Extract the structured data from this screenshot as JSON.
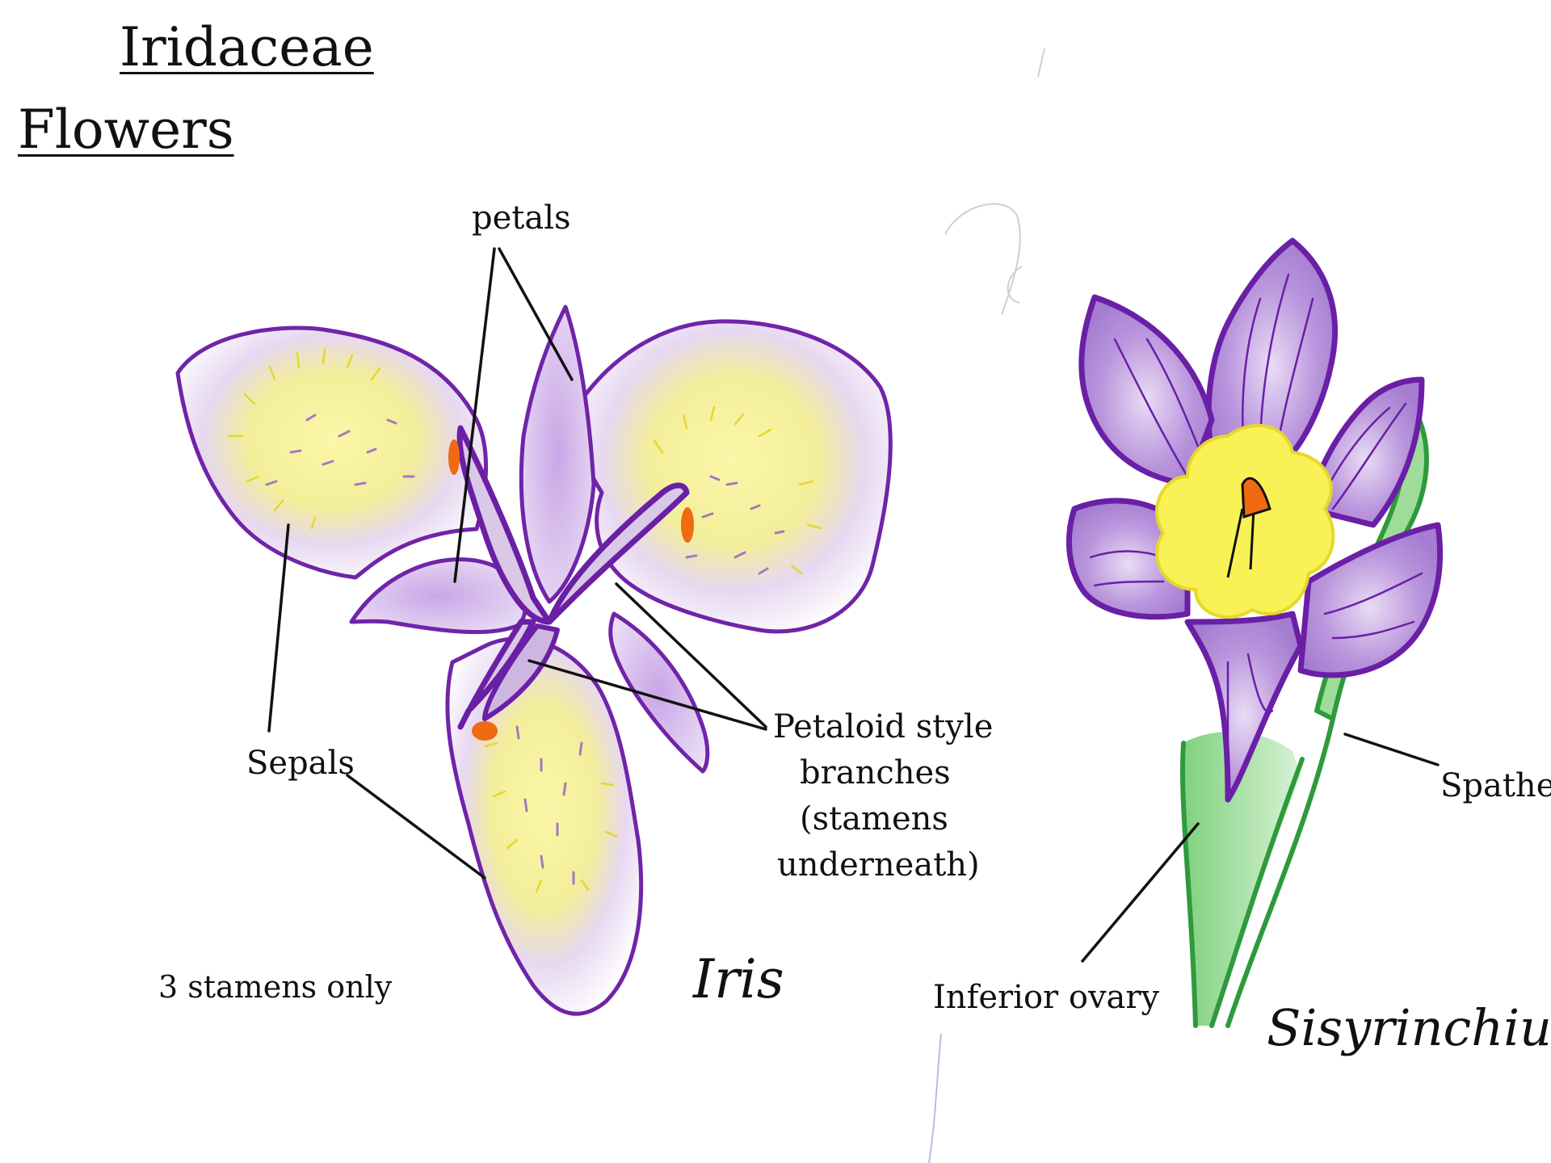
{
  "headings": {
    "family": "Iridaceae",
    "section": "Flowers"
  },
  "iris": {
    "name": "Iris",
    "labels": {
      "petals": "petals",
      "sepals": "Sepals",
      "style_line1": "Petaloid style",
      "style_line2": "branches",
      "style_line3": "(stamens",
      "style_line4": "underneath)",
      "stamens_note": "3 stamens only"
    }
  },
  "sisyrinchium": {
    "name": "Sisyrinchium",
    "labels": {
      "spathe": "Spathe",
      "ovary": "Inferior ovary"
    }
  },
  "colors": {
    "outline_purple": "#6a1fa6",
    "fill_lavender": "#e4d0f0",
    "fill_purple": "#b58ad8",
    "yellow": "#f8f257",
    "anther_orange": "#f06a10",
    "stem_green": "#2f9a3c",
    "stem_fill": "#b9e6b6",
    "leader_black": "#111111"
  }
}
